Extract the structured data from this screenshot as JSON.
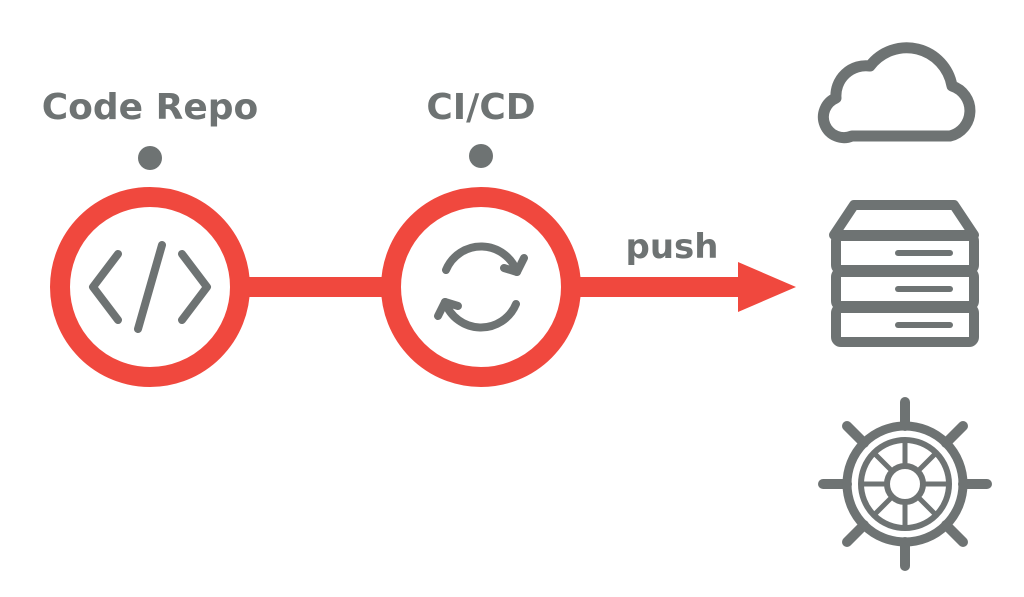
{
  "nodes": [
    {
      "label": "Code Repo",
      "icon": "code-icon"
    },
    {
      "label": "CI/CD",
      "icon": "sync-icon"
    }
  ],
  "edge_label": "push",
  "targets": [
    {
      "icon": "cloud-icon"
    },
    {
      "icon": "server-icon"
    },
    {
      "icon": "helm-icon"
    }
  ],
  "colors": {
    "accent": "#f0483e",
    "icon": "#6e7373",
    "background": "#ffffff"
  }
}
